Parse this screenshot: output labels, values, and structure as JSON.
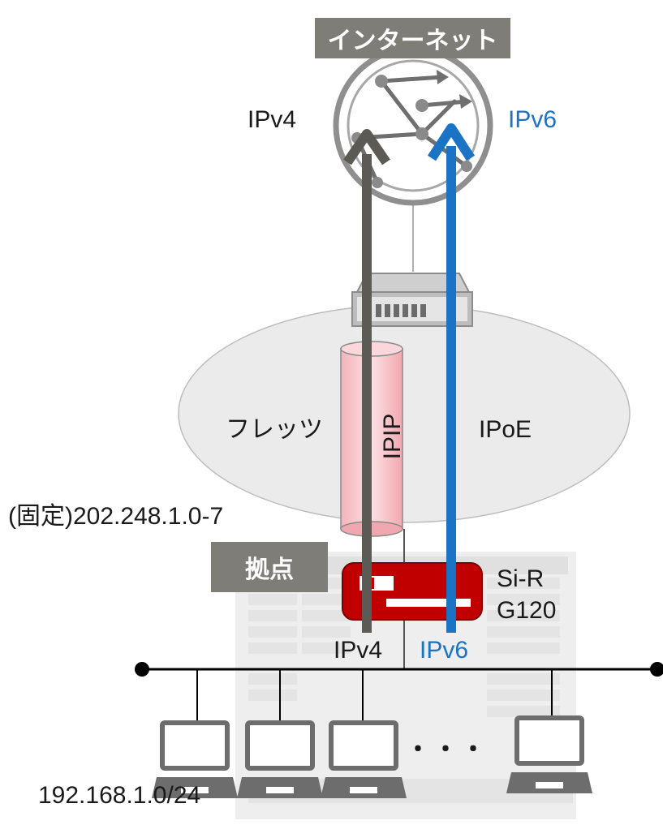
{
  "internet": {
    "label": "インターネット"
  },
  "left_path": {
    "label": "IPv4",
    "bottom_label": "IPv4",
    "color": "#5b5a55"
  },
  "right_path": {
    "label": "IPv6",
    "bottom_label": "IPv6",
    "color": "#1a73c4"
  },
  "network": {
    "left_label": "フレッツ",
    "right_label": "IPoE"
  },
  "tunnel": {
    "label": "IPIP"
  },
  "fixed_address": "(固定)202.248.1.0-7",
  "site": {
    "label": "拠点"
  },
  "router": {
    "name_line1": "Si-R",
    "name_line2": "G120",
    "color": "#c00000"
  },
  "lan": {
    "subnet": "192.168.1.0/24",
    "ellipsis": "・・・"
  },
  "icons": [
    "globe-icon",
    "provider-router-icon",
    "building-icon",
    "router-icon",
    "laptop-icon"
  ]
}
